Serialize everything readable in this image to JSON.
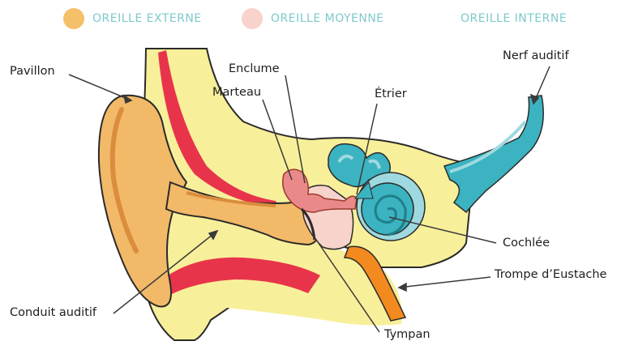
{
  "legend": {
    "outer": {
      "label": "OREILLE EXTERNE",
      "color": "#f4c06a"
    },
    "middle": {
      "label": "OREILLE MOYENNE",
      "color": "#f7d3cc"
    },
    "inner": {
      "label": "OREILLE INTERNE",
      "color": "#3bb3c0"
    }
  },
  "labels": {
    "pavillon": "Pavillon",
    "enclume": "Enclume",
    "marteau": "Marteau",
    "etrier": "Étrier",
    "nerf": "Nerf auditif",
    "cochlee": "Cochlée",
    "trompe": "Trompe d’Eustache",
    "conduit": "Conduit auditif",
    "tympan": "Tympan"
  },
  "colors": {
    "head": "#f8ef9a",
    "ear": "#f2b968",
    "ear_dark": "#d98d3d",
    "red": "#e8344b",
    "pink": "#e9898a",
    "teal": "#3bb3c0",
    "teal_light": "#9fd9e0",
    "orange": "#f28a1f",
    "outline": "#2a2a2a",
    "legend_text": "#7ec9cc"
  }
}
